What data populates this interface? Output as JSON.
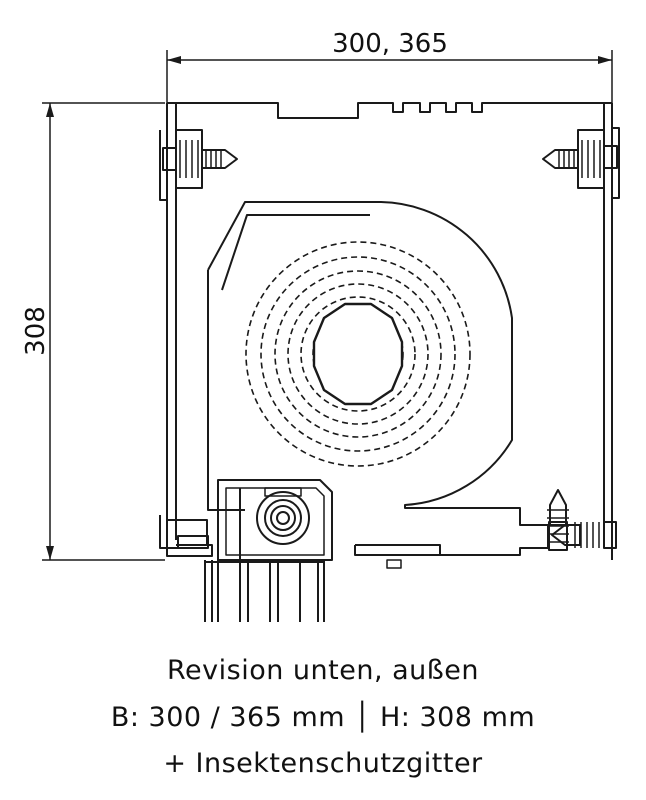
{
  "dimensions": {
    "width_label": "300, 365",
    "height_label": "308"
  },
  "caption": {
    "line1": "Revision unten, außen",
    "line2": "B: 300 / 365 mm │ H: 308 mm",
    "line3": "+ Insektenschutzgitter"
  }
}
